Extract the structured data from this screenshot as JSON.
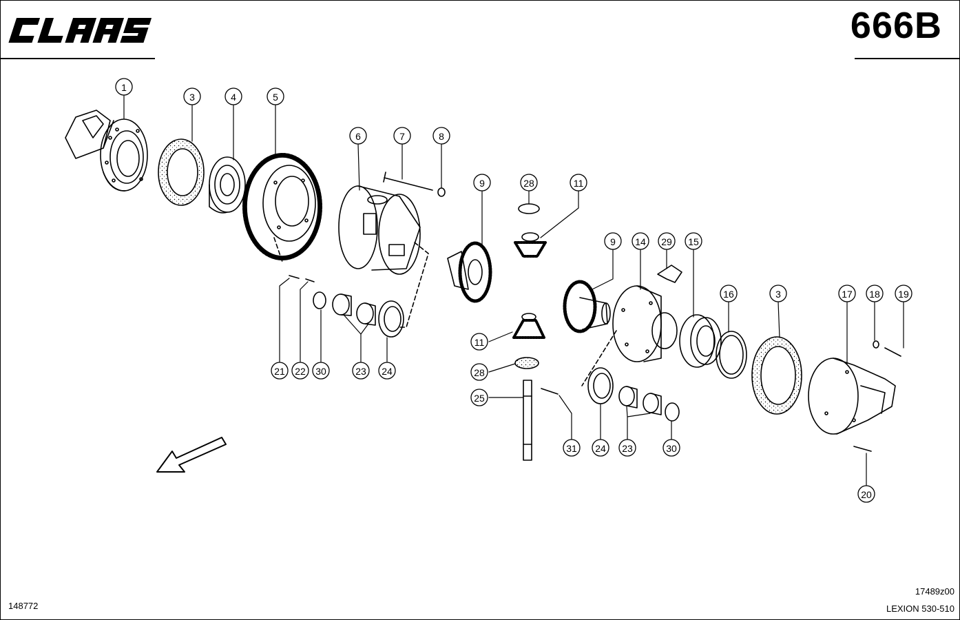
{
  "header": {
    "brand": "CLAAS",
    "sheet_number": "666B"
  },
  "footer": {
    "page_number": "148772",
    "drawing_number": "17489z00",
    "model": "LEXION 530-510"
  },
  "callouts": [
    {
      "id": "c1",
      "text": "1"
    },
    {
      "id": "c3a",
      "text": "3"
    },
    {
      "id": "c4",
      "text": "4"
    },
    {
      "id": "c5",
      "text": "5"
    },
    {
      "id": "c6",
      "text": "6"
    },
    {
      "id": "c7",
      "text": "7"
    },
    {
      "id": "c8",
      "text": "8"
    },
    {
      "id": "c9a",
      "text": "9"
    },
    {
      "id": "c28a",
      "text": "28"
    },
    {
      "id": "c11a",
      "text": "11"
    },
    {
      "id": "c9b",
      "text": "9"
    },
    {
      "id": "c14",
      "text": "14"
    },
    {
      "id": "c29",
      "text": "29"
    },
    {
      "id": "c15",
      "text": "15"
    },
    {
      "id": "c16",
      "text": "16"
    },
    {
      "id": "c3b",
      "text": "3"
    },
    {
      "id": "c17",
      "text": "17"
    },
    {
      "id": "c18",
      "text": "18"
    },
    {
      "id": "c19",
      "text": "19"
    },
    {
      "id": "c11b",
      "text": "11"
    },
    {
      "id": "c28b",
      "text": "28"
    },
    {
      "id": "c25",
      "text": "25"
    },
    {
      "id": "c21",
      "text": "21"
    },
    {
      "id": "c22",
      "text": "22"
    },
    {
      "id": "c30a",
      "text": "30"
    },
    {
      "id": "c23a",
      "text": "23"
    },
    {
      "id": "c24a",
      "text": "24"
    },
    {
      "id": "c31",
      "text": "31"
    },
    {
      "id": "c24b",
      "text": "24"
    },
    {
      "id": "c23b",
      "text": "23"
    },
    {
      "id": "c30b",
      "text": "30"
    },
    {
      "id": "c20",
      "text": "20"
    }
  ]
}
